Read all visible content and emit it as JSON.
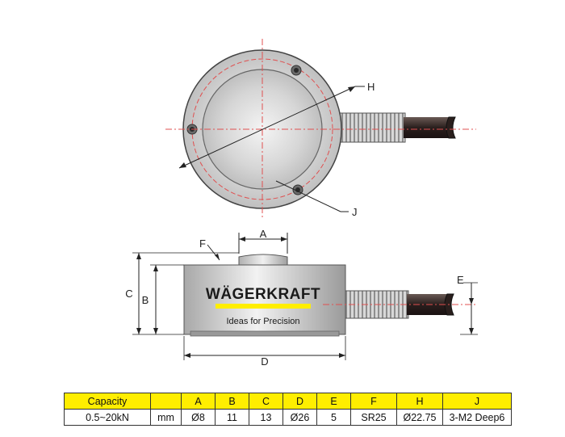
{
  "brand": {
    "name": "WÄGERKRAFT",
    "tagline": "Ideas for Precision",
    "accent_color": "#ffee00"
  },
  "dimension_labels": {
    "A": "A",
    "B": "B",
    "C": "C",
    "D": "D",
    "E": "E",
    "F": "F",
    "H": "H",
    "J": "J"
  },
  "table": {
    "header": [
      "Capacity",
      "",
      "A",
      "B",
      "C",
      "D",
      "E",
      "F",
      "H",
      "J"
    ],
    "row": [
      "0.5~20kN",
      "mm",
      "Ø8",
      "11",
      "13",
      "Ø26",
      "5",
      "SR25",
      "Ø22.75",
      "3-M2 Deep6"
    ]
  }
}
